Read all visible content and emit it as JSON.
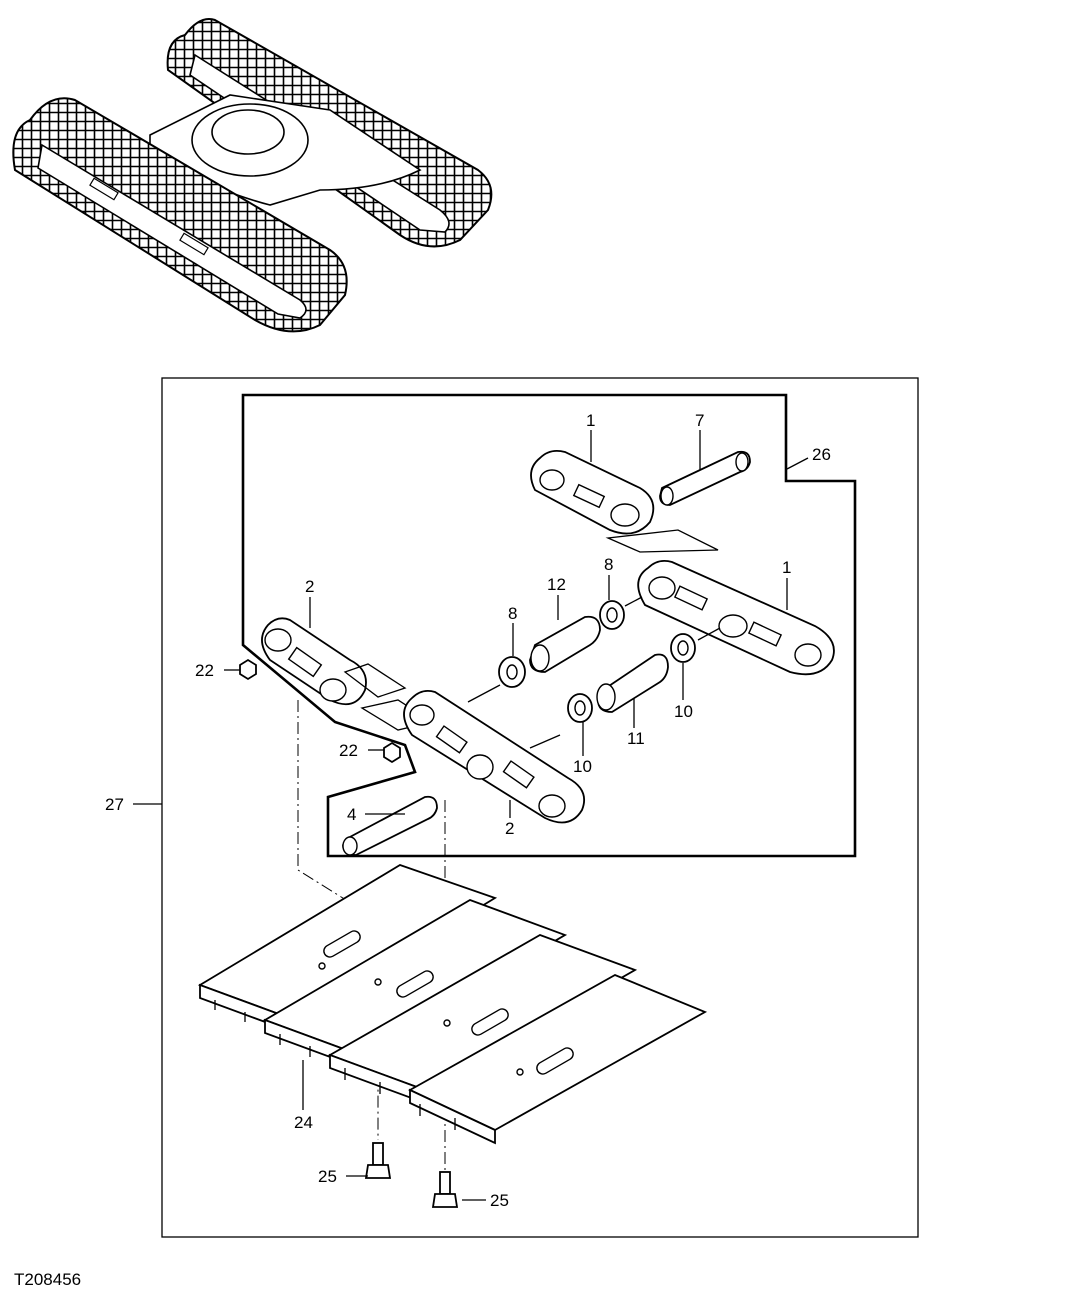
{
  "figure_id": "T208456",
  "callouts": {
    "c1a": "1",
    "c7": "7",
    "c26": "26",
    "c8a": "8",
    "c1b": "1",
    "c2a": "2",
    "c12": "12",
    "c8b": "8",
    "c22a": "22",
    "c10a": "10",
    "c22b": "22",
    "c11": "11",
    "c10b": "10",
    "c27": "27",
    "c4": "4",
    "c2b": "2",
    "c24": "24",
    "c25a": "25",
    "c25b": "25"
  },
  "colors": {
    "ink": "#000000",
    "paper": "#ffffff"
  }
}
